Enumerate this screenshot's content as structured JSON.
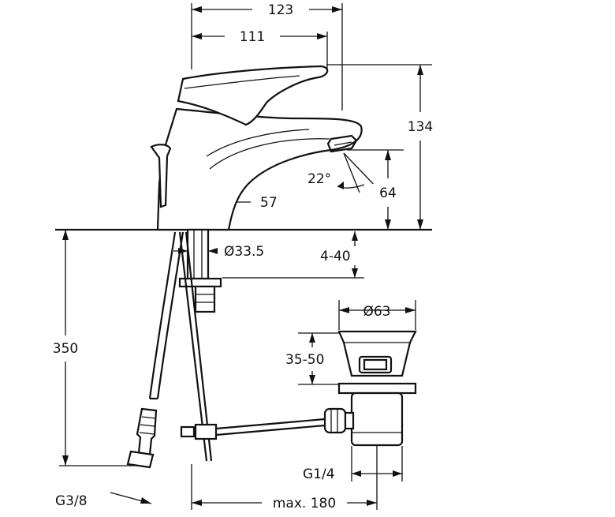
{
  "dimensions": {
    "width_123": "123",
    "width_111": "111",
    "height_134": "134",
    "angle": "22°",
    "height_64": "64",
    "reach_57": "57",
    "dia_33_5": "Ø33.5",
    "range_4_40": "4-40",
    "height_350": "350",
    "dia_63": "Ø63",
    "range_35_50": "35-50",
    "thread_g1_4": "G1/4",
    "thread_g3_8": "G3/8",
    "max_180": "max. 180"
  },
  "colors": {
    "line": "#111111",
    "background": "#ffffff"
  }
}
